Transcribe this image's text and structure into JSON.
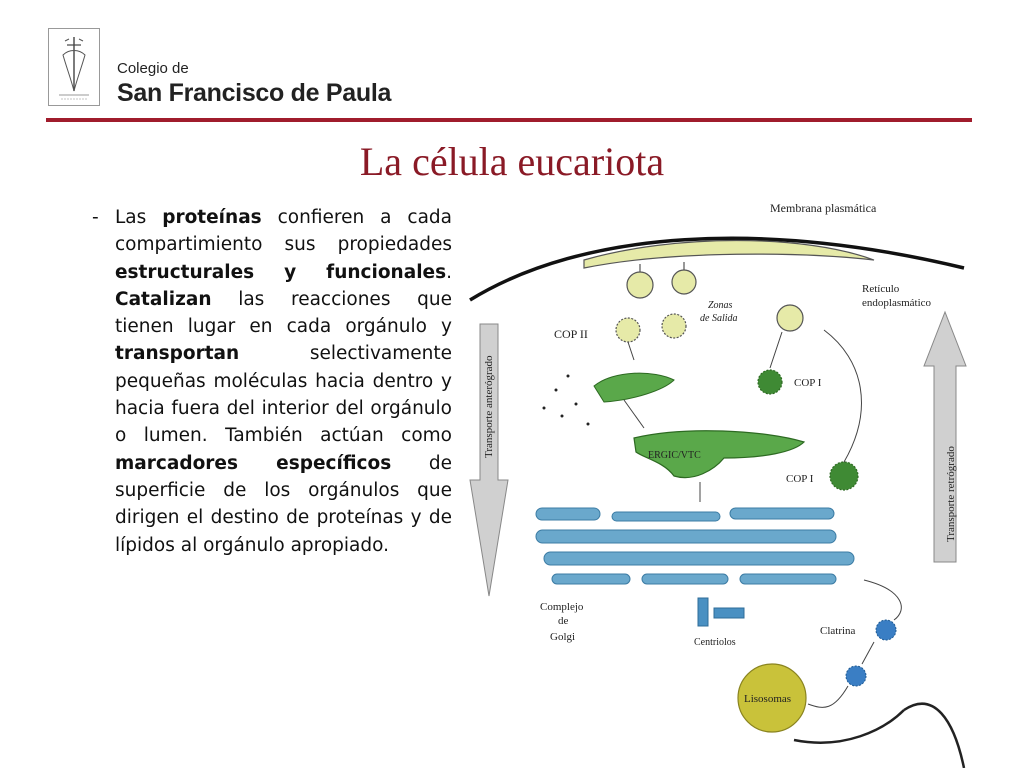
{
  "header": {
    "school_line1": "Colegio de",
    "school_line2": "San Francisco de Paula",
    "logo_icon": "school-crest-icon"
  },
  "title": "La célula eucariota",
  "body": {
    "bullet": "-",
    "parts": [
      "Las ",
      "proteínas",
      " confieren a cada compartimiento sus propiedades ",
      "estructurales y funcionales",
      ". ",
      "Catalizan",
      " las reacciones que tienen lugar en cada orgánulo y ",
      "transportan",
      " selectivamente pequeñas moléculas hacia dentro y hacia fuera del interior del orgánulo o lumen. También actúan como ",
      "marcadores específicos",
      " de superficie de los orgánulos que dirigen el destino de proteínas y de lípidos al orgánulo apropiado."
    ]
  },
  "diagram": {
    "membrana": "Membrana plasmática",
    "reticulo_1": "Retículo",
    "reticulo_2": "endoplasmático",
    "zonas_1": "Zonas",
    "zonas_2": "de Salida",
    "cop2": "COP II",
    "cop1_a": "COP I",
    "cop1_b": "COP I",
    "ergic": "ERGIC/VTC",
    "transporte_ant": "Transporte anterógrado",
    "transporte_ret": "Transporte retrógrado",
    "golgi_1": "Complejo",
    "golgi_2": "de",
    "golgi_3": "Golgi",
    "centriolos": "Centriolos",
    "clatrina": "Clatrina",
    "lisosomas": "Lisosomas"
  },
  "colors": {
    "accent_rule": "#a01c2c",
    "title": "#8a1a26",
    "er_green": "#5aa84a",
    "vesicle_yellow": "#e6eaa8",
    "golgi_blue": "#6aa8cc",
    "lysosome": "#c9c23a"
  }
}
